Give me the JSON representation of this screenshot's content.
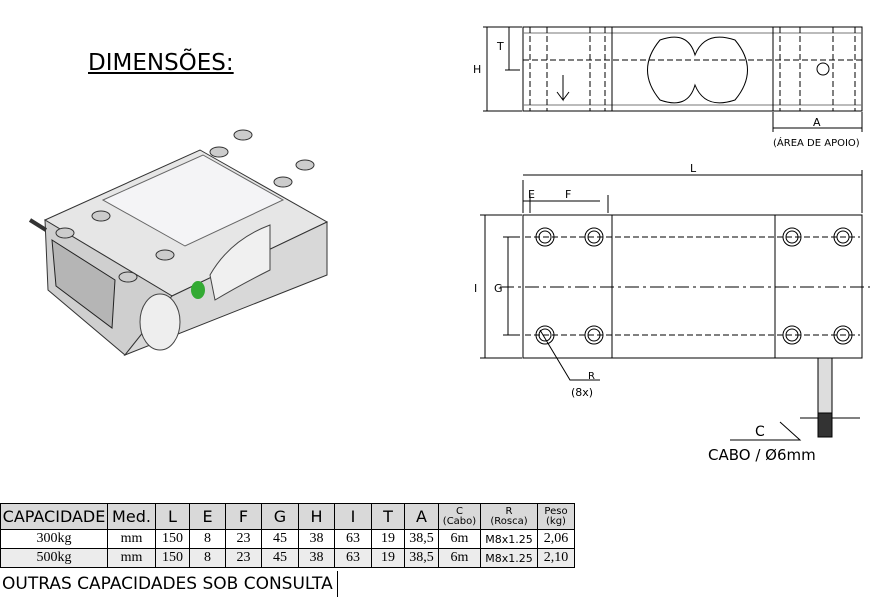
{
  "title": "DIMENSÕES:",
  "drawing": {
    "H": "H",
    "T": "T",
    "A": "A",
    "area": "(ÁREA DE APOIO)",
    "L": "L",
    "E": "E",
    "F": "F",
    "I": "I",
    "G": "G",
    "R": "R",
    "r_count": "(8x)",
    "C": "C",
    "cable": "CABO / Ø6mm"
  },
  "table": {
    "headers": [
      "CAPACIDADE",
      "Med.",
      "L",
      "E",
      "F",
      "G",
      "H",
      "I",
      "T",
      "A"
    ],
    "header_c": [
      "C",
      "(Cabo)"
    ],
    "header_r": [
      "R",
      "(Rosca)"
    ],
    "header_peso": [
      "Peso",
      "(kg)"
    ],
    "rows": [
      [
        "300kg",
        "mm",
        "150",
        "8",
        "23",
        "45",
        "38",
        "63",
        "19",
        "38,5",
        "6m",
        "M8x1.25",
        "2,06"
      ],
      [
        "500kg",
        "mm",
        "150",
        "8",
        "23",
        "45",
        "38",
        "63",
        "19",
        "38,5",
        "6m",
        "M8x1.25",
        "2,10"
      ]
    ]
  },
  "footer": "OUTRAS CAPACIDADES SOB CONSULTA"
}
